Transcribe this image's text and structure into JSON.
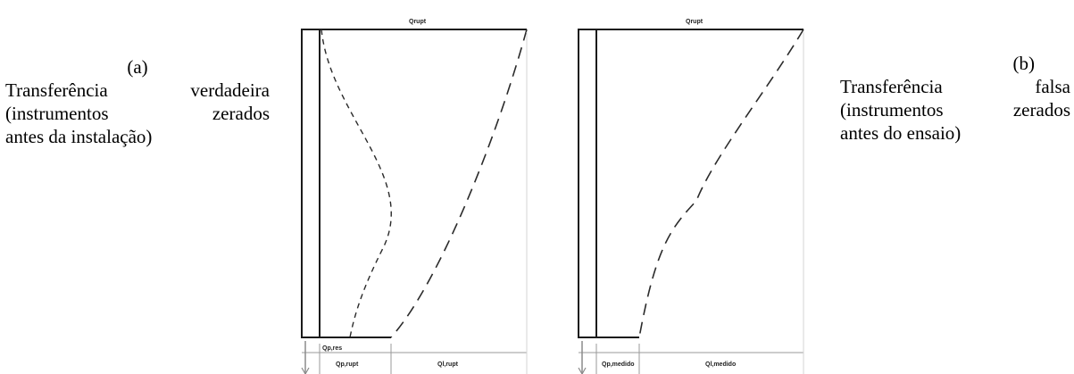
{
  "caption_a": {
    "tag": "(a)",
    "lines": [
      "Transferência verdadeira",
      "(instrumentos zerados",
      "antes da instalação)"
    ]
  },
  "caption_b": {
    "tag": "(b)",
    "lines": [
      "Transferência falsa",
      "(instrumentos zerados",
      "antes do ensaio)"
    ]
  },
  "diagram_a": {
    "top_label": "Qrupt",
    "base_labels": [
      "Qp,res",
      "Qp,rupt",
      "Ql,rupt"
    ]
  },
  "diagram_b": {
    "top_label": "Qrupt",
    "base_labels": [
      "Qp,medido",
      "Ql,medido"
    ]
  },
  "colors": {
    "line": "#1a1a1a",
    "dim": "#9a9a9a"
  }
}
